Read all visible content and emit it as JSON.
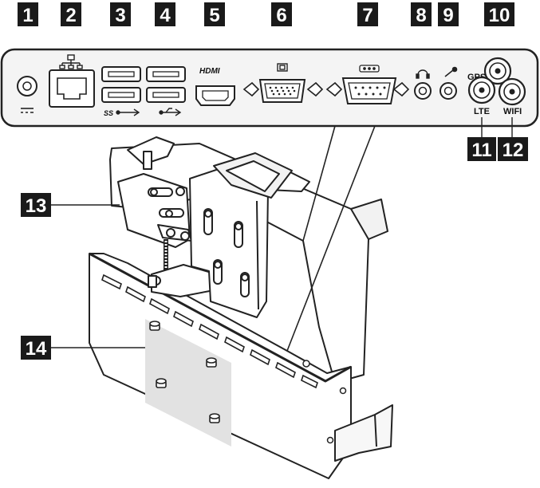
{
  "callouts": [
    {
      "num": "1",
      "target": "dc-power-jack"
    },
    {
      "num": "2",
      "target": "ethernet-port"
    },
    {
      "num": "3",
      "target": "usb3-ports"
    },
    {
      "num": "4",
      "target": "usb2-ports"
    },
    {
      "num": "5",
      "target": "hdmi-port"
    },
    {
      "num": "6",
      "target": "vga-port"
    },
    {
      "num": "7",
      "target": "serial-port"
    },
    {
      "num": "8",
      "target": "headphone-jack"
    },
    {
      "num": "9",
      "target": "microphone-jack"
    },
    {
      "num": "10",
      "target": "gps-antenna-connector"
    },
    {
      "num": "11",
      "target": "lte-antenna-connector"
    },
    {
      "num": "12",
      "target": "wifi-antenna-connector"
    },
    {
      "num": "13",
      "target": "locking-mechanism"
    },
    {
      "num": "14",
      "target": "mounting-studs"
    }
  ],
  "port_labels": {
    "hdmi": "HDMI",
    "usb3": "SS",
    "gps": "GPS",
    "lte": "LTE",
    "wifi": "WIFI"
  },
  "colors": {
    "callout_bg": "#1a1a1a",
    "panel_fill": "#f4f4f4",
    "line": "#222222",
    "mount_area": "#e2e2e2"
  }
}
